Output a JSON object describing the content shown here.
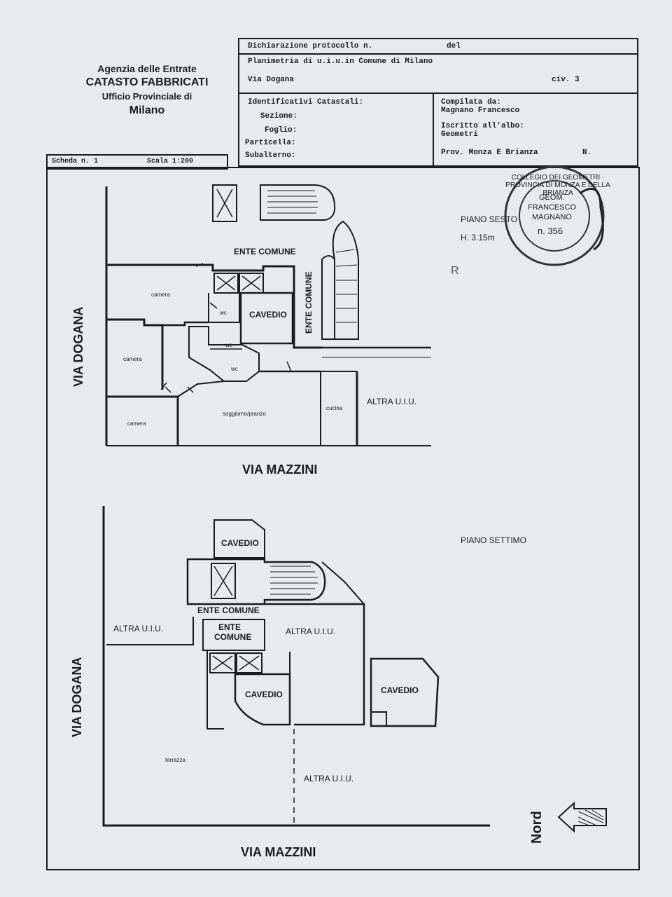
{
  "agency": {
    "line1": "Agenzia delle Entrate",
    "line2": "CATASTO FABBRICATI",
    "line3": "Ufficio Provinciale di",
    "line4": "Milano"
  },
  "header": {
    "dichiarazione": "Dichiarazione protocollo n.",
    "del": "del",
    "planimetria": "Planimetria di u.i.u.in Comune di Milano",
    "via": "Via Dogana",
    "civ": "civ. 3",
    "identificativi": "Identificativi Catastali:",
    "sezione": "Sezione:",
    "foglio": "Foglio:",
    "particella": "Particella:",
    "subalterno": "Subalterno:",
    "compilata": "Compilata da:",
    "compilatore": "Magnano Francesco",
    "iscritto": "Iscritto all'albo:",
    "albo": "Geometri",
    "prov": "Prov. Monza E Brianza",
    "n": "N."
  },
  "scheda": {
    "label": "Scheda n. 1",
    "scala": "Scala 1:200"
  },
  "stamp": {
    "ring": "COLLEGIO DEI GEOMETRI · PROVINCIA DI MONZA E DELLA BRIANZA",
    "l1": "GEOM.",
    "l2": "FRANCESCO",
    "l3": "MAGNANO",
    "l4": "n. 356"
  },
  "annotation": "R",
  "plan_top": {
    "level": "PIANO SESTO",
    "height": "H. 3.15m",
    "ente_comune": "ENTE COMUNE",
    "ente_comune_vert": "ENTE COMUNE",
    "camera1": "camera",
    "camera2": "camera",
    "camera3": "camera",
    "wc1": "wc",
    "wc2": "wc",
    "wc3": "wc",
    "cavedio": "CAVEDIO",
    "soggiorno": "soggiorno/pranzo",
    "cucina": "cucina",
    "altra": "ALTRA U.I.U.",
    "via_dogana": "VIA DOGANA",
    "via_mazzini": "VIA MAZZINI"
  },
  "plan_bottom": {
    "level": "PIANO SETTIMO",
    "cavedio_top": "CAVEDIO",
    "ente_comune": "ENTE COMUNE",
    "ente_comune2a": "ENTE",
    "ente_comune2b": "COMUNE",
    "altra_left": "ALTRA U.I.U.",
    "altra_mid": "ALTRA U.I.U.",
    "altra_bottom": "ALTRA U.I.U.",
    "cavedio_mid": "CAVEDIO",
    "cavedio_right": "CAVEDIO",
    "terrazza": "terrazza",
    "via_dogana": "VIA DOGANA",
    "via_mazzini": "VIA MAZZINI",
    "nord": "Nord"
  }
}
